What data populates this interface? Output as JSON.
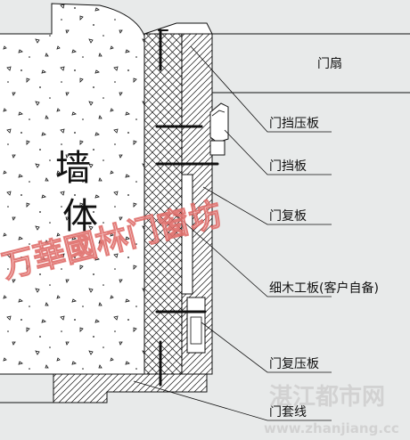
{
  "colors": {
    "background": "#e8eaea",
    "wall_fill": "#ffffff",
    "line": "#111111",
    "watermark_fill": "#f3c8c8",
    "watermark_stroke": "#d9534f"
  },
  "wall": {
    "char_1": "墙",
    "char_2": "体"
  },
  "labels": {
    "door_leaf": "门扇",
    "door_stop_cover": "门挡压板",
    "door_stop": "门挡板",
    "door_facing": "门复板",
    "blockboard": "细木工板(客户自备)",
    "door_facing_cover": "门复压板",
    "door_casing": "门套线"
  },
  "watermark_logo": "万華國林门窗坊",
  "watermark_site": {
    "cn": "湛江都市网",
    "url": "www.zhanjiang.cc"
  }
}
